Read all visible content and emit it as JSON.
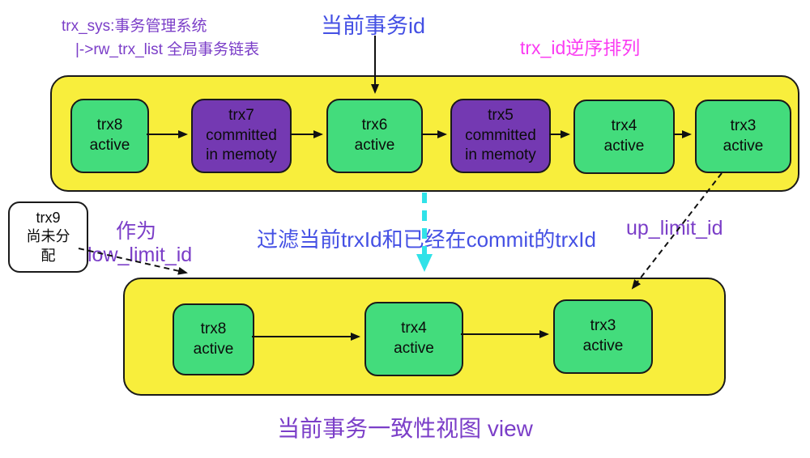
{
  "annotations": {
    "trx_sys_line1": "trx_sys:事务管理系统",
    "trx_sys_line2": "|->rw_trx_list 全局事务链表",
    "current_trx_id": "当前事务id",
    "trx_id_order": "trx_id逆序排列",
    "as_label": "作为",
    "low_limit_id": "low_limit_id",
    "filter_text": "过滤当前trxId和已经在commit的trxId",
    "up_limit_id": "up_limit_id",
    "caption": "当前事务一致性视图 view"
  },
  "trx9_box": {
    "label": "trx9\n尚未分\n配"
  },
  "top_list": {
    "nodes": [
      {
        "label": "trx8\nactive",
        "type": "active"
      },
      {
        "label": "trx7\ncommitted\nin memoty",
        "type": "committed-in-memory"
      },
      {
        "label": "trx6\nactive",
        "type": "active"
      },
      {
        "label": "trx5\ncommitted\nin memoty",
        "type": "committed-in-memory"
      },
      {
        "label": "trx4\nactive",
        "type": "active"
      },
      {
        "label": "trx3\nactive",
        "type": "active"
      }
    ]
  },
  "view_list": {
    "nodes": [
      {
        "label": "trx8\nactive",
        "type": "active"
      },
      {
        "label": "trx4\nactive",
        "type": "active"
      },
      {
        "label": "trx3\nactive",
        "type": "active"
      }
    ]
  },
  "colors": {
    "yellow": "#F8EE3C",
    "green": "#43DC7C",
    "purple": "#7439B2",
    "purpleText": "#7B3EC8",
    "blue": "#4450E4",
    "magenta": "#FA3CF2",
    "cyan": "#30E2E8"
  }
}
